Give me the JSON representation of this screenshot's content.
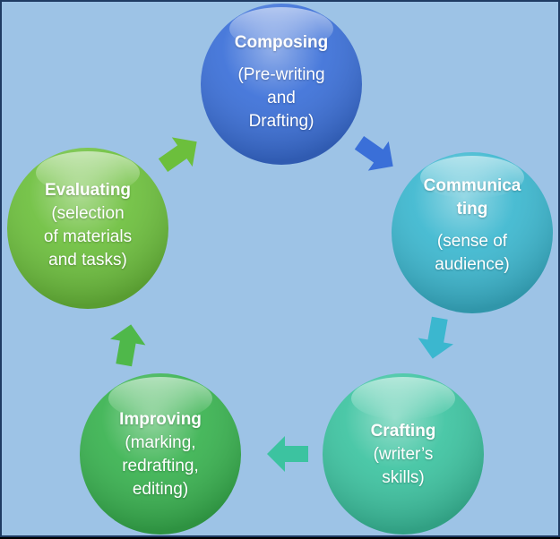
{
  "nodes": {
    "composing": {
      "title": "Composing",
      "detail": "(Pre-writing\nand\nDrafting)",
      "color": "#3a6fd8"
    },
    "communicating": {
      "title": "Communica\nting",
      "detail": "(sense of\naudience)",
      "color": "#3bb7cf"
    },
    "crafting": {
      "title": "Crafting",
      "detail": "(writer’s\nskills)",
      "color": "#3cc3a0"
    },
    "improving": {
      "title": "Improving",
      "detail": "(marking,\nredrafting,\nediting)",
      "color": "#38b24f"
    },
    "evaluating": {
      "title": "Evaluating",
      "detail": "(selection\nof materials\nand tasks)",
      "color": "#6cbf3c"
    }
  },
  "arrow_colors": {
    "composing_to_communicating": "#3a6fd8",
    "communicating_to_crafting": "#3bb7cf",
    "crafting_to_improving": "#3cc3a0",
    "improving_to_evaluating": "#4fb84a",
    "evaluating_to_composing": "#6cbf3c"
  }
}
